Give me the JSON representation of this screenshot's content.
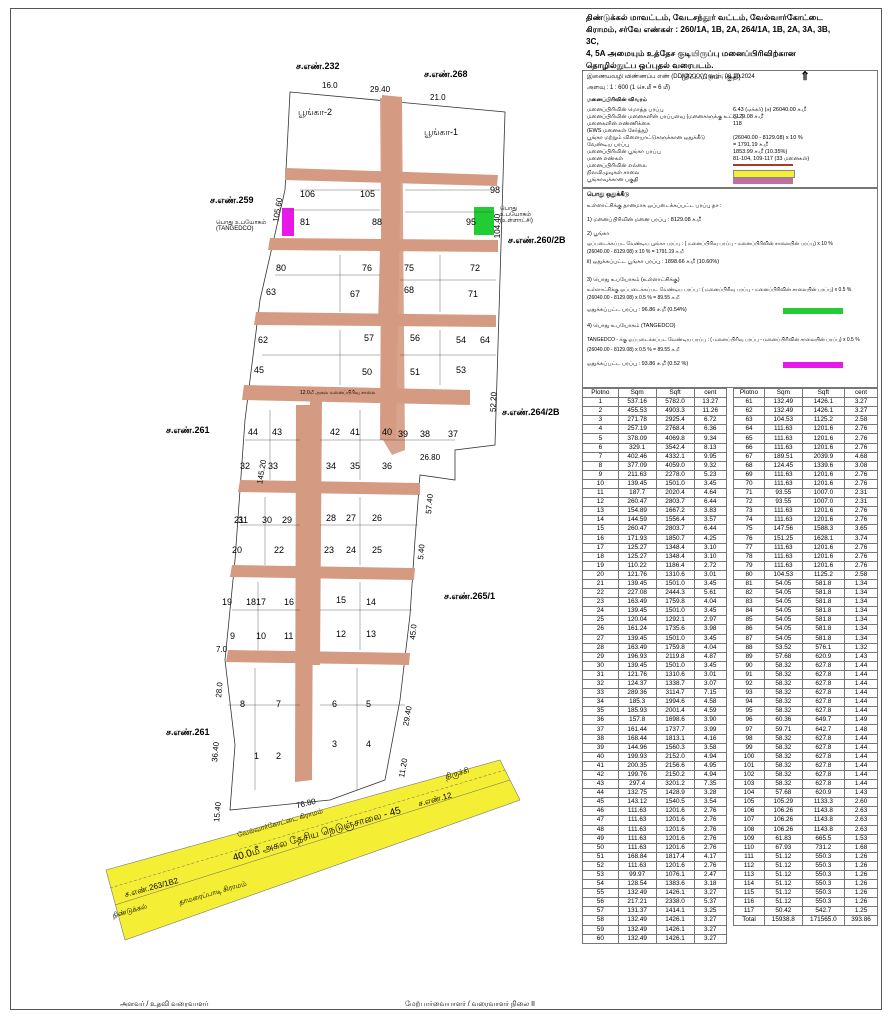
{
  "title": {
    "line1": "திண்டுக்கல் மாவட்டம், வேடசந்தூர் வட்டம், வேல்வார்கோட்டை",
    "line2": "கிராமம், சர்வே எண்கள் : 260/1A, 1B, 2A, 264/1A, 1B, 2A, 3A, 3B, 3C,",
    "line3": "4, 5A அமையும் உத்தேச குடியிருப்பு மனைப்பிரிவிற்கான",
    "line4": "தொழில்நுட்ப ஒப்புதல் வரைபடம்.",
    "subtitle": "(திட்டமிடும் பகுதி)",
    "approval": "இணையவழி விண்ணப்ப எண் (DDXXXXX) , நாள்: 08.10.2024",
    "scale": "அளவு : 1 : 600 (1 செ.மீ = 6 மீ)"
  },
  "legend": {
    "header": "மனைப்பிரிவின் விவரம்",
    "rows": [
      {
        "k": "மனைப்பிரிவின் மொத்த பரப்பு",
        "v": "6.43 (ஏக்கர்) (ச) 26040.00 ச.மீ"
      },
      {
        "k": "மனைப்பிரிவின் மனைகளின் பரப்பளவு (மனைகளுக்கு உட்பட)",
        "v": "8129.08 ச.மீ"
      },
      {
        "k": "மனைகளின் எண்ணிக்கை",
        "v": "118"
      },
      {
        "k": "(EWS மனைகள் சேர்த்து)",
        "v": ""
      },
      {
        "k": "பூங்கா மற்றும் விளையாட்டுகளுக்கான ஒதுக்கீடு",
        "v": "(26040.00 - 8129.08) x 10 %"
      },
      {
        "k": "வேண்டிய பரப்பு",
        "v": "= 1791.19 ச.மீ"
      },
      {
        "k": "மனைப்பிரிவின் பூங்கா பரப்பு",
        "v": "1853.99 ச.மீ (10.35%)"
      },
      {
        "k": "மனை எண்கள்",
        "v": "81-104, 109-117 (33 மனைகள்)"
      },
      {
        "k": "மனைப்பிரிவின் எல்லை",
        "v": ""
      },
      {
        "k": "நிலவிழுவுகள் சாலை",
        "v": ""
      },
      {
        "k": "பூங்காவுக்கான பகுதி",
        "v": ""
      }
    ],
    "colors": {
      "road": "#d49a82",
      "highway": "#f4ef35",
      "park": "#c070a0",
      "public_green": "#22cc33",
      "tangedco": "#e818e8",
      "boundary": "#a0402a"
    }
  },
  "calc": {
    "header": "பொது ஒதுக்கீடு",
    "sub": "உள்ளாட்சிக்கு தானமாக ஒப்படைக்கப்பட்ட பரப்பு தா :",
    "item1": "1) மனைப்பிரிவின் மனை பரப்பு : 8129.08 ச.மீ",
    "item2": "2) பூங்கா",
    "item2a": "ஒப்படைக்கப்பட வேண்டிய பூங்கா பரப்பு : ( மனைப்பிரிவு பரப்பு - மனைப்பிரிவின் சாலையின் பரப்பு) x 10 %",
    "item2b": "(26040.00 - 8129.08) x 10 % = 1791.19 ச.மீ",
    "item2c": "ii) ஒதுக்கப்பட்ட பூங்கா பரப்பு : 1898.66 ச.மீ (10.60%)",
    "item3": "3) பொது உபயோகம் (உள்ளாட்சிக்கு)",
    "item3a": "உள்ளாட்சிக்கு ஒப்படைக்கப்பட வேண்டிய பரப்பு : ( மனைப்பிரிவு பரப்பு - மனைப்பிரிவின் சாலையின் பரப்பு) x 0.5 %",
    "item3b": "(26040.00 - 8129.08) x 0.5 % = 89.55 ச.மீ",
    "item3c": "ஒதுக்கப்பட்ட பரப்பு : 96.86 ச.மீ (0.54%)",
    "item4": "4) பொது உபயோகம் (TANGEDCO)",
    "item4a": "TANGEDCO - க்கு ஒப்படைக்கப்பட வேண்டிய பரப்பு : ( மனைப்பிரிவு பரப்பு - மனைப்பிரிவின் சாலையின் பரப்பு) x 0.5 %",
    "item4b": "(26040.00 - 8129.08) x 0.5 % = 89.55 ச.மீ",
    "item4c": "ஒதுக்கப்பட்ட பரப்பு : 93.86 ச.மீ (0.52 %)"
  },
  "table": {
    "headers": [
      "Plotno",
      "Sqm",
      "Sqft",
      "cent"
    ],
    "left": [
      [
        "1",
        "537.16",
        "5782.0",
        "13.27"
      ],
      [
        "2",
        "455.53",
        "4903.3",
        "11.26"
      ],
      [
        "3",
        "271.78",
        "2925.4",
        "6.72"
      ],
      [
        "4",
        "257.19",
        "2768.4",
        "6.36"
      ],
      [
        "5",
        "378.09",
        "4069.8",
        "9.34"
      ],
      [
        "6",
        "329.1",
        "3542.4",
        "8.13"
      ],
      [
        "7",
        "402.46",
        "4332.1",
        "9.95"
      ],
      [
        "8",
        "377.09",
        "4059.0",
        "9.32"
      ],
      [
        "9",
        "211.63",
        "2278.0",
        "5.23"
      ],
      [
        "10",
        "139.45",
        "1501.0",
        "3.45"
      ],
      [
        "11",
        "187.7",
        "2020.4",
        "4.64"
      ],
      [
        "12",
        "260.47",
        "2803.7",
        "6.44"
      ],
      [
        "13",
        "154.89",
        "1667.2",
        "3.83"
      ],
      [
        "14",
        "144.59",
        "1556.4",
        "3.57"
      ],
      [
        "15",
        "260.47",
        "2803.7",
        "6.44"
      ],
      [
        "16",
        "171.93",
        "1850.7",
        "4.25"
      ],
      [
        "17",
        "125.27",
        "1348.4",
        "3.10"
      ],
      [
        "18",
        "125.27",
        "1348.4",
        "3.10"
      ],
      [
        "19",
        "110.22",
        "1186.4",
        "2.72"
      ],
      [
        "20",
        "121.76",
        "1310.6",
        "3.01"
      ],
      [
        "21",
        "139.45",
        "1501.0",
        "3.45"
      ],
      [
        "22",
        "227.08",
        "2444.3",
        "5.61"
      ],
      [
        "23",
        "163.49",
        "1759.8",
        "4.04"
      ],
      [
        "24",
        "139.45",
        "1501.0",
        "3.45"
      ],
      [
        "25",
        "120.04",
        "1292.1",
        "2.97"
      ],
      [
        "26",
        "161.24",
        "1735.6",
        "3.98"
      ],
      [
        "27",
        "139.45",
        "1501.0",
        "3.45"
      ],
      [
        "28",
        "163.49",
        "1759.8",
        "4.04"
      ],
      [
        "29",
        "196.93",
        "2119.8",
        "4.87"
      ],
      [
        "30",
        "139.45",
        "1501.0",
        "3.45"
      ],
      [
        "31",
        "121.76",
        "1310.6",
        "3.01"
      ],
      [
        "32",
        "124.37",
        "1338.7",
        "3.07"
      ],
      [
        "33",
        "289.36",
        "3114.7",
        "7.15"
      ],
      [
        "34",
        "185.3",
        "1994.6",
        "4.58"
      ],
      [
        "35",
        "185.93",
        "2001.4",
        "4.59"
      ],
      [
        "36",
        "157.8",
        "1698.6",
        "3.90"
      ],
      [
        "37",
        "161.44",
        "1737.7",
        "3.99"
      ],
      [
        "38",
        "168.44",
        "1813.1",
        "4.16"
      ],
      [
        "39",
        "144.96",
        "1560.3",
        "3.58"
      ],
      [
        "40",
        "199.93",
        "2152.0",
        "4.94"
      ],
      [
        "41",
        "200.35",
        "2156.6",
        "4.95"
      ],
      [
        "42",
        "199.76",
        "2150.2",
        "4.94"
      ],
      [
        "43",
        "297.4",
        "3201.2",
        "7.35"
      ],
      [
        "44",
        "132.75",
        "1428.9",
        "3.28"
      ],
      [
        "45",
        "143.12",
        "1540.5",
        "3.54"
      ],
      [
        "46",
        "111.63",
        "1201.6",
        "2.76"
      ],
      [
        "47",
        "111.63",
        "1201.6",
        "2.76"
      ],
      [
        "48",
        "111.63",
        "1201.6",
        "2.76"
      ],
      [
        "49",
        "111.63",
        "1201.6",
        "2.76"
      ],
      [
        "50",
        "111.63",
        "1201.6",
        "2.76"
      ],
      [
        "51",
        "168.84",
        "1817.4",
        "4.17"
      ],
      [
        "52",
        "111.63",
        "1201.6",
        "2.76"
      ],
      [
        "53",
        "99.97",
        "1076.1",
        "2.47"
      ],
      [
        "54",
        "128.54",
        "1383.6",
        "3.18"
      ],
      [
        "55",
        "132.49",
        "1426.1",
        "3.27"
      ],
      [
        "56",
        "217.21",
        "2338.0",
        "5.37"
      ],
      [
        "57",
        "131.37",
        "1414.1",
        "3.25"
      ],
      [
        "58",
        "132.49",
        "1426.1",
        "3.27"
      ],
      [
        "59",
        "132.49",
        "1426.1",
        "3.27"
      ],
      [
        "60",
        "132.49",
        "1426.1",
        "3.27"
      ]
    ],
    "right": [
      [
        "61",
        "132.49",
        "1426.1",
        "3.27"
      ],
      [
        "62",
        "132.49",
        "1426.1",
        "3.27"
      ],
      [
        "63",
        "104.53",
        "1125.2",
        "2.58"
      ],
      [
        "64",
        "111.63",
        "1201.6",
        "2.76"
      ],
      [
        "65",
        "111.63",
        "1201.6",
        "2.76"
      ],
      [
        "66",
        "111.63",
        "1201.6",
        "2.76"
      ],
      [
        "67",
        "189.51",
        "2039.9",
        "4.68"
      ],
      [
        "68",
        "124.45",
        "1339.6",
        "3.08"
      ],
      [
        "69",
        "111.63",
        "1201.6",
        "2.76"
      ],
      [
        "70",
        "111.63",
        "1201.6",
        "2.76"
      ],
      [
        "71",
        "93.55",
        "1007.0",
        "2.31"
      ],
      [
        "72",
        "93.55",
        "1007.0",
        "2.31"
      ],
      [
        "73",
        "111.63",
        "1201.6",
        "2.76"
      ],
      [
        "74",
        "111.63",
        "1201.6",
        "2.76"
      ],
      [
        "75",
        "147.56",
        "1588.3",
        "3.65"
      ],
      [
        "76",
        "151.25",
        "1628.1",
        "3.74"
      ],
      [
        "77",
        "111.63",
        "1201.6",
        "2.76"
      ],
      [
        "78",
        "111.63",
        "1201.6",
        "2.76"
      ],
      [
        "79",
        "111.63",
        "1201.6",
        "2.76"
      ],
      [
        "80",
        "104.53",
        "1125.2",
        "2.58"
      ],
      [
        "81",
        "54.05",
        "581.8",
        "1.34"
      ],
      [
        "82",
        "54.05",
        "581.8",
        "1.34"
      ],
      [
        "83",
        "54.05",
        "581.8",
        "1.34"
      ],
      [
        "84",
        "54.05",
        "581.8",
        "1.34"
      ],
      [
        "85",
        "54.05",
        "581.8",
        "1.34"
      ],
      [
        "86",
        "54.05",
        "581.8",
        "1.34"
      ],
      [
        "87",
        "54.05",
        "581.8",
        "1.34"
      ],
      [
        "88",
        "53.52",
        "576.1",
        "1.32"
      ],
      [
        "89",
        "57.68",
        "620.9",
        "1.43"
      ],
      [
        "90",
        "58.32",
        "627.8",
        "1.44"
      ],
      [
        "91",
        "58.32",
        "627.8",
        "1.44"
      ],
      [
        "92",
        "58.32",
        "627.8",
        "1.44"
      ],
      [
        "93",
        "58.32",
        "627.8",
        "1.44"
      ],
      [
        "94",
        "58.32",
        "627.8",
        "1.44"
      ],
      [
        "95",
        "58.32",
        "627.8",
        "1.44"
      ],
      [
        "96",
        "60.36",
        "649.7",
        "1.49"
      ],
      [
        "97",
        "59.71",
        "642.7",
        "1.48"
      ],
      [
        "98",
        "58.32",
        "627.8",
        "1.44"
      ],
      [
        "99",
        "58.32",
        "627.8",
        "1.44"
      ],
      [
        "100",
        "58.32",
        "627.8",
        "1.44"
      ],
      [
        "101",
        "58.32",
        "627.8",
        "1.44"
      ],
      [
        "102",
        "58.32",
        "627.8",
        "1.44"
      ],
      [
        "103",
        "58.32",
        "627.8",
        "1.44"
      ],
      [
        "104",
        "57.68",
        "620.9",
        "1.43"
      ],
      [
        "105",
        "105.29",
        "1133.3",
        "2.60"
      ],
      [
        "106",
        "106.26",
        "1143.8",
        "2.63"
      ],
      [
        "107",
        "106.26",
        "1143.8",
        "2.63"
      ],
      [
        "108",
        "106.26",
        "1143.8",
        "2.63"
      ],
      [
        "109",
        "61.83",
        "665.5",
        "1.53"
      ],
      [
        "110",
        "67.93",
        "731.2",
        "1.68"
      ],
      [
        "111",
        "51.12",
        "550.3",
        "1.26"
      ],
      [
        "112",
        "51.12",
        "550.3",
        "1.26"
      ],
      [
        "113",
        "51.12",
        "550.3",
        "1.26"
      ],
      [
        "114",
        "51.12",
        "550.3",
        "1.26"
      ],
      [
        "115",
        "51.12",
        "550.3",
        "1.26"
      ],
      [
        "116",
        "51.12",
        "550.3",
        "1.26"
      ],
      [
        "117",
        "50.42",
        "542.7",
        "1.25"
      ],
      [
        "Total",
        "15938.8",
        "171565.0",
        "393.86"
      ]
    ]
  },
  "map": {
    "survey_labels": [
      "ச.எண்.232",
      "ச.எண்.268",
      "ச.எண்.259",
      "ச.எண்.260/2B",
      "ச.எண்.261",
      "ச.எண்.264/2B",
      "ச.எண்.265/1",
      "ச.எண்.261",
      "ச.எண்.263/1B2",
      "ச.எண்.12"
    ],
    "park1": "பூங்கா-1",
    "park2": "பூங்கா-2",
    "public_use": "பொது உபயோகம் (உள்ளாட்சி)",
    "tangedco": "பொது உபயோகம் (TANGEDCO)",
    "highway": "40.0மீ அகல தேசிய நெடுஞ்சாலை - 45",
    "village1": "வேல்வார்கோட்டை கிராமம்",
    "village2": "திண்டுக்கல்",
    "village3": "தாமரைப்பாடி கிராமம்",
    "trichy": "திருச்சி",
    "road_label": "12.0மீ அகல மனைப்பிரிவு சாலை",
    "dims": [
      "16.0",
      "29.40",
      "21.0",
      "105.60",
      "104.40",
      "145.20",
      "52.20",
      "26.80",
      "57.40",
      "5.40",
      "45.0",
      "28.0",
      "29.40",
      "36.40",
      "11.20",
      "15.40",
      "76.80",
      "7.0"
    ],
    "plots": [
      "1",
      "2",
      "3",
      "4",
      "5",
      "6",
      "7",
      "8",
      "9",
      "10",
      "11",
      "12",
      "13",
      "14",
      "15",
      "16",
      "17",
      "18",
      "19",
      "20",
      "21",
      "22",
      "23",
      "24",
      "25",
      "26",
      "27",
      "28",
      "29",
      "30",
      "31",
      "32",
      "33",
      "34",
      "35",
      "36",
      "37",
      "38",
      "39",
      "40",
      "41",
      "42",
      "43",
      "44",
      "45",
      "50",
      "51",
      "53",
      "54",
      "56",
      "57",
      "62",
      "63",
      "64",
      "67",
      "68",
      "71",
      "72",
      "75",
      "76",
      "80",
      "81",
      "88",
      "95",
      "98",
      "105",
      "106"
    ]
  },
  "footer": {
    "left": "அளவர் / உதவி வரைவாளர்",
    "right": "மேற்பார்வையாளர் / வரைவாளர் நிலை II"
  }
}
